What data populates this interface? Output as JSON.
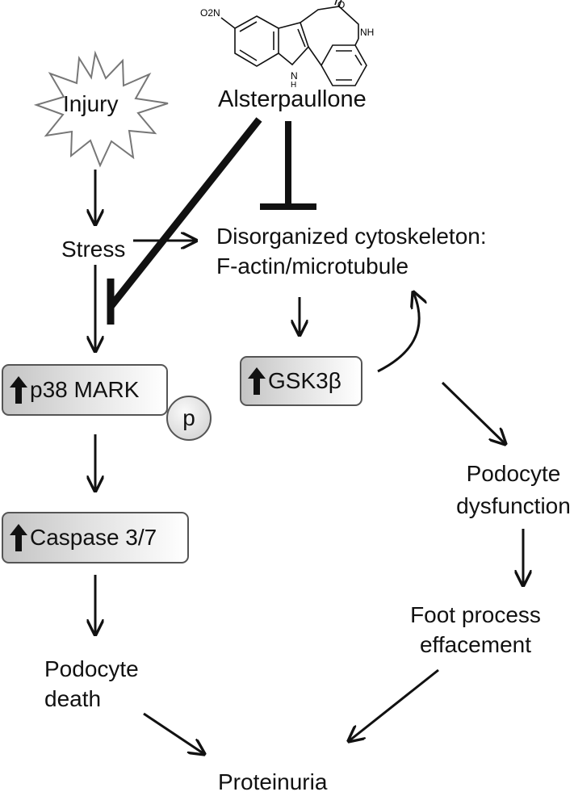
{
  "drug": {
    "name": "Alsterpaullone",
    "structure_labels": {
      "nitro": "O2N",
      "ring_nh": "H",
      "ring_n": "N",
      "lactam_nh": "NH",
      "carbonyl_o": "O"
    }
  },
  "nodes": {
    "injury": "Injury",
    "stress": "Stress",
    "cytoskeleton_line1": "Disorganized cytoskeleton:",
    "cytoskeleton_line2": "F-actin/microtubule",
    "p38": "p38 MARK",
    "phospho": "p",
    "gsk": "GSK3β",
    "caspase": "Caspase 3/7",
    "podocyte_death_line1": "Podocyte",
    "podocyte_death_line2": "death",
    "podocyte_dysfunction_line1": "Podocyte",
    "podocyte_dysfunction_line2": "dysfunction",
    "foot_process_line1": "Foot process",
    "foot_process_line2": "effacement",
    "proteinuria": "Proteinuria"
  },
  "icons": {
    "up": "up-arrow-icon",
    "starburst": "starburst-icon",
    "inhibit": "inhibition-bar-icon"
  },
  "colors": {
    "stroke": "#111111",
    "box_border": "#555555",
    "box_gradient_start": "#c4c4c4",
    "box_gradient_end": "#ffffff"
  }
}
